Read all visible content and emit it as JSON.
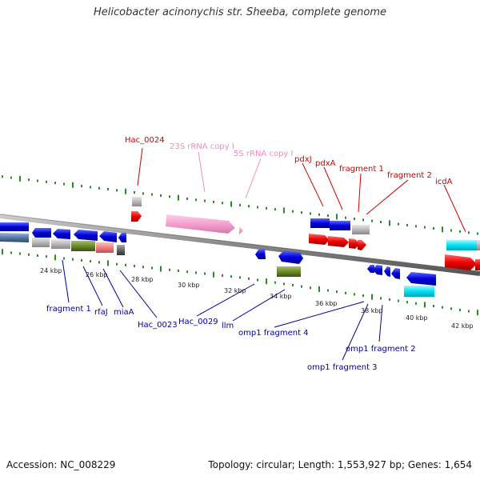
{
  "title": "Helicobacter acinonychis str. Sheeba, complete genome",
  "footer": {
    "accession": "Accession: NC_008229",
    "summary": "Topology: circular; Length: 1,553,927 bp; Genes: 1,654"
  },
  "colors": {
    "forward_label": "#cc0000",
    "reverse_label": "#000099",
    "rrna_label": "#f08cc0",
    "backbone": "#888888",
    "tick": "#2a8a2a",
    "blue": "#0000dd",
    "red": "#ee0000",
    "pink": "#f5a0cf",
    "cyan": "#00e0f0",
    "grey": "#b8b8b8",
    "olive": "#6b8a2a",
    "salmon": "#f08080",
    "darkgrey": "#666666"
  },
  "scale_labels": [
    "24 kbp",
    "26 kbp",
    "28 kbp",
    "30 kbp",
    "32 kbp",
    "34 kbp",
    "36 kbp",
    "38 kbp",
    "40 kbp",
    "42 kbp"
  ],
  "upper_labels": [
    {
      "text": "Hac_0024",
      "kind": "forward"
    },
    {
      "text": "23S rRNA copy I",
      "kind": "rrna"
    },
    {
      "text": "5S rRNA copy I",
      "kind": "rrna"
    },
    {
      "text": "pdxJ",
      "kind": "forward"
    },
    {
      "text": "pdxA",
      "kind": "forward"
    },
    {
      "text": "fragment 1",
      "kind": "forward"
    },
    {
      "text": "fragment 2",
      "kind": "forward"
    },
    {
      "text": "icdA",
      "kind": "forward"
    }
  ],
  "lower_labels": [
    {
      "text": "fragment 1"
    },
    {
      "text": "rfaJ"
    },
    {
      "text": "miaA"
    },
    {
      "text": "Hac_0023"
    },
    {
      "text": "Hac_0029"
    },
    {
      "text": "llm"
    },
    {
      "text": "omp1 fragment 4"
    },
    {
      "text": "omp1 fragment 2"
    },
    {
      "text": "omp1 fragment 3"
    }
  ]
}
